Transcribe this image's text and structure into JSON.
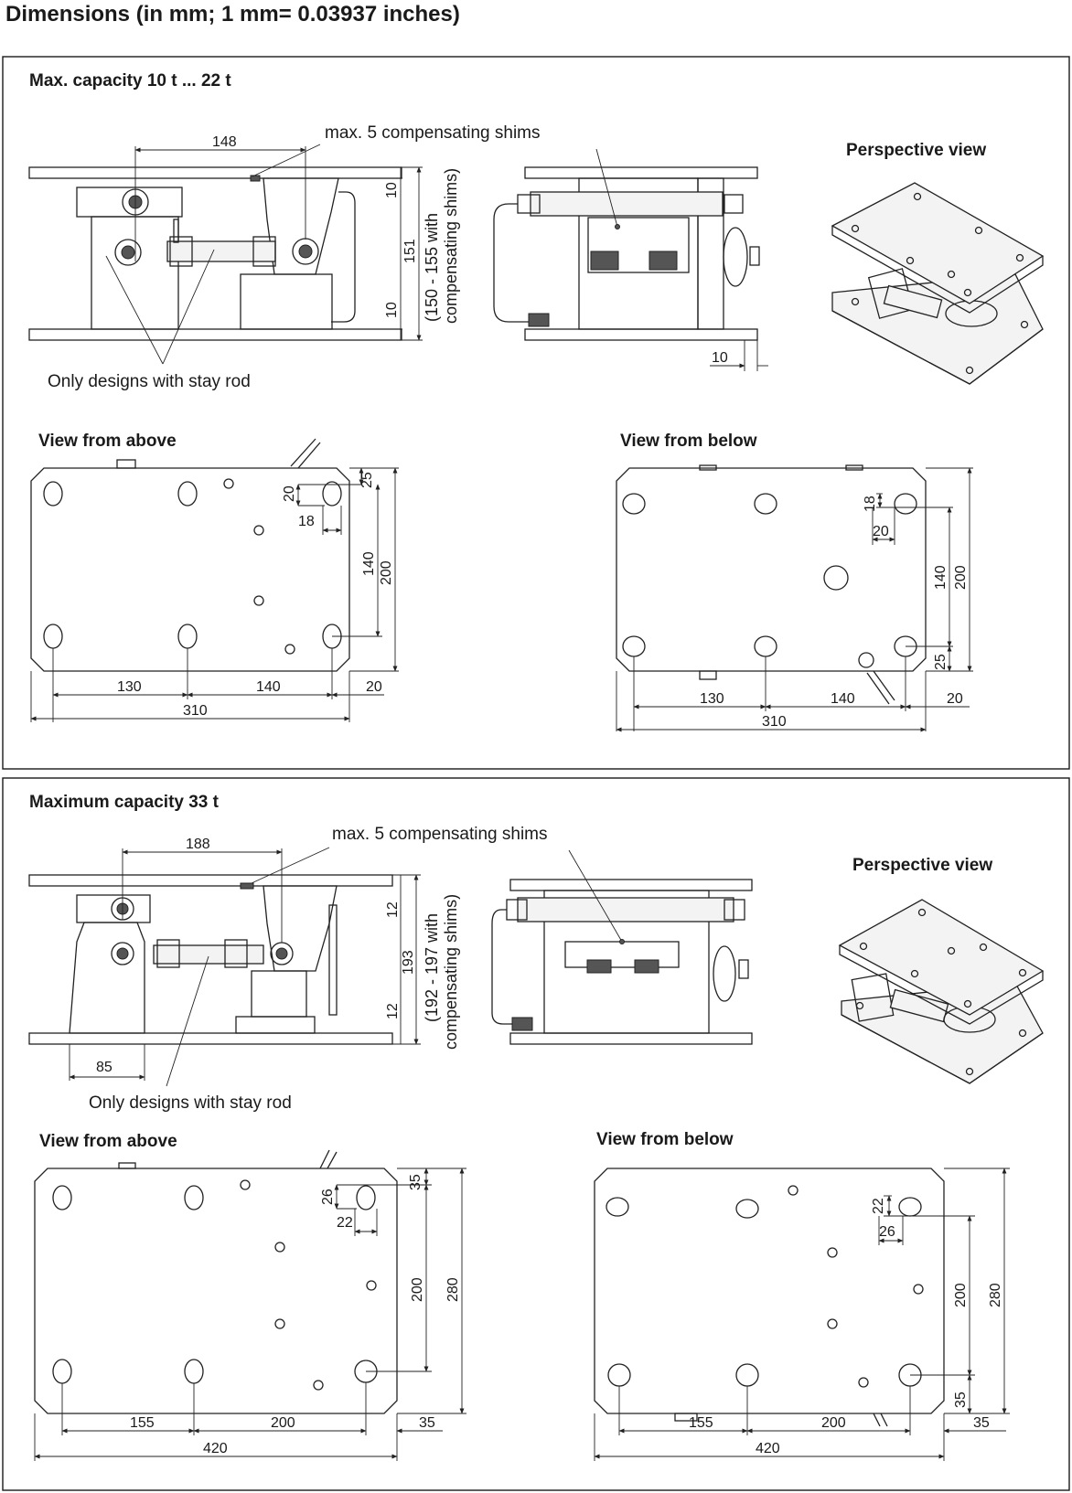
{
  "title": "Dimensions (in mm; 1 mm= 0.03937 inches)",
  "sections": [
    {
      "heading": "Max. capacity 10 t ... 22 t",
      "shims_note": "max. 5 compensating shims",
      "stay_rod_note": "Only designs with stay rod",
      "perspective_label": "Perspective view",
      "above_label": "View from above",
      "below_label": "View from below",
      "side": {
        "d_shaft": "148",
        "height": "151",
        "plate_top": "10",
        "plate_bottom": "10",
        "height_range_line1": "(150 - 155 with",
        "height_range_line2": "compensating shims)"
      },
      "front": {
        "offset": "10"
      },
      "above": {
        "hole_y": "20",
        "hole_x": "18",
        "edge_y": "25",
        "hole_pitch_y": "140",
        "total_y": "200",
        "pitch_x1": "130",
        "pitch_x2": "140",
        "edge_x": "20",
        "total_x": "310"
      },
      "below": {
        "hole_y": "18",
        "hole_x": "20",
        "hole_pitch_y": "140",
        "total_y": "200",
        "edge_y": "25",
        "pitch_x1": "130",
        "pitch_x2": "140",
        "edge_x": "20",
        "total_x": "310"
      }
    },
    {
      "heading": "Maximum capacity 33 t",
      "shims_note": "max. 5 compensating shims",
      "stay_rod_note": "Only designs with stay rod",
      "perspective_label": "Perspective view",
      "above_label": "View from above",
      "below_label": "View from below",
      "side": {
        "d_shaft": "188",
        "height": "193",
        "plate_top": "12",
        "plate_bottom": "12",
        "height_range_line1": "(192 - 197 with",
        "height_range_line2": "compensating shims)",
        "foot": "85"
      },
      "above": {
        "hole_y": "26",
        "hole_x": "22",
        "edge_y": "35",
        "hole_pitch_y": "200",
        "total_y": "280",
        "pitch_x1": "155",
        "pitch_x2": "200",
        "edge_x": "35",
        "total_x": "420"
      },
      "below": {
        "hole_y": "22",
        "hole_x": "26",
        "hole_pitch_y": "200",
        "total_y": "280",
        "edge_y": "35",
        "pitch_x1": "155",
        "pitch_x2": "200",
        "edge_x": "35",
        "total_x": "420"
      }
    }
  ]
}
